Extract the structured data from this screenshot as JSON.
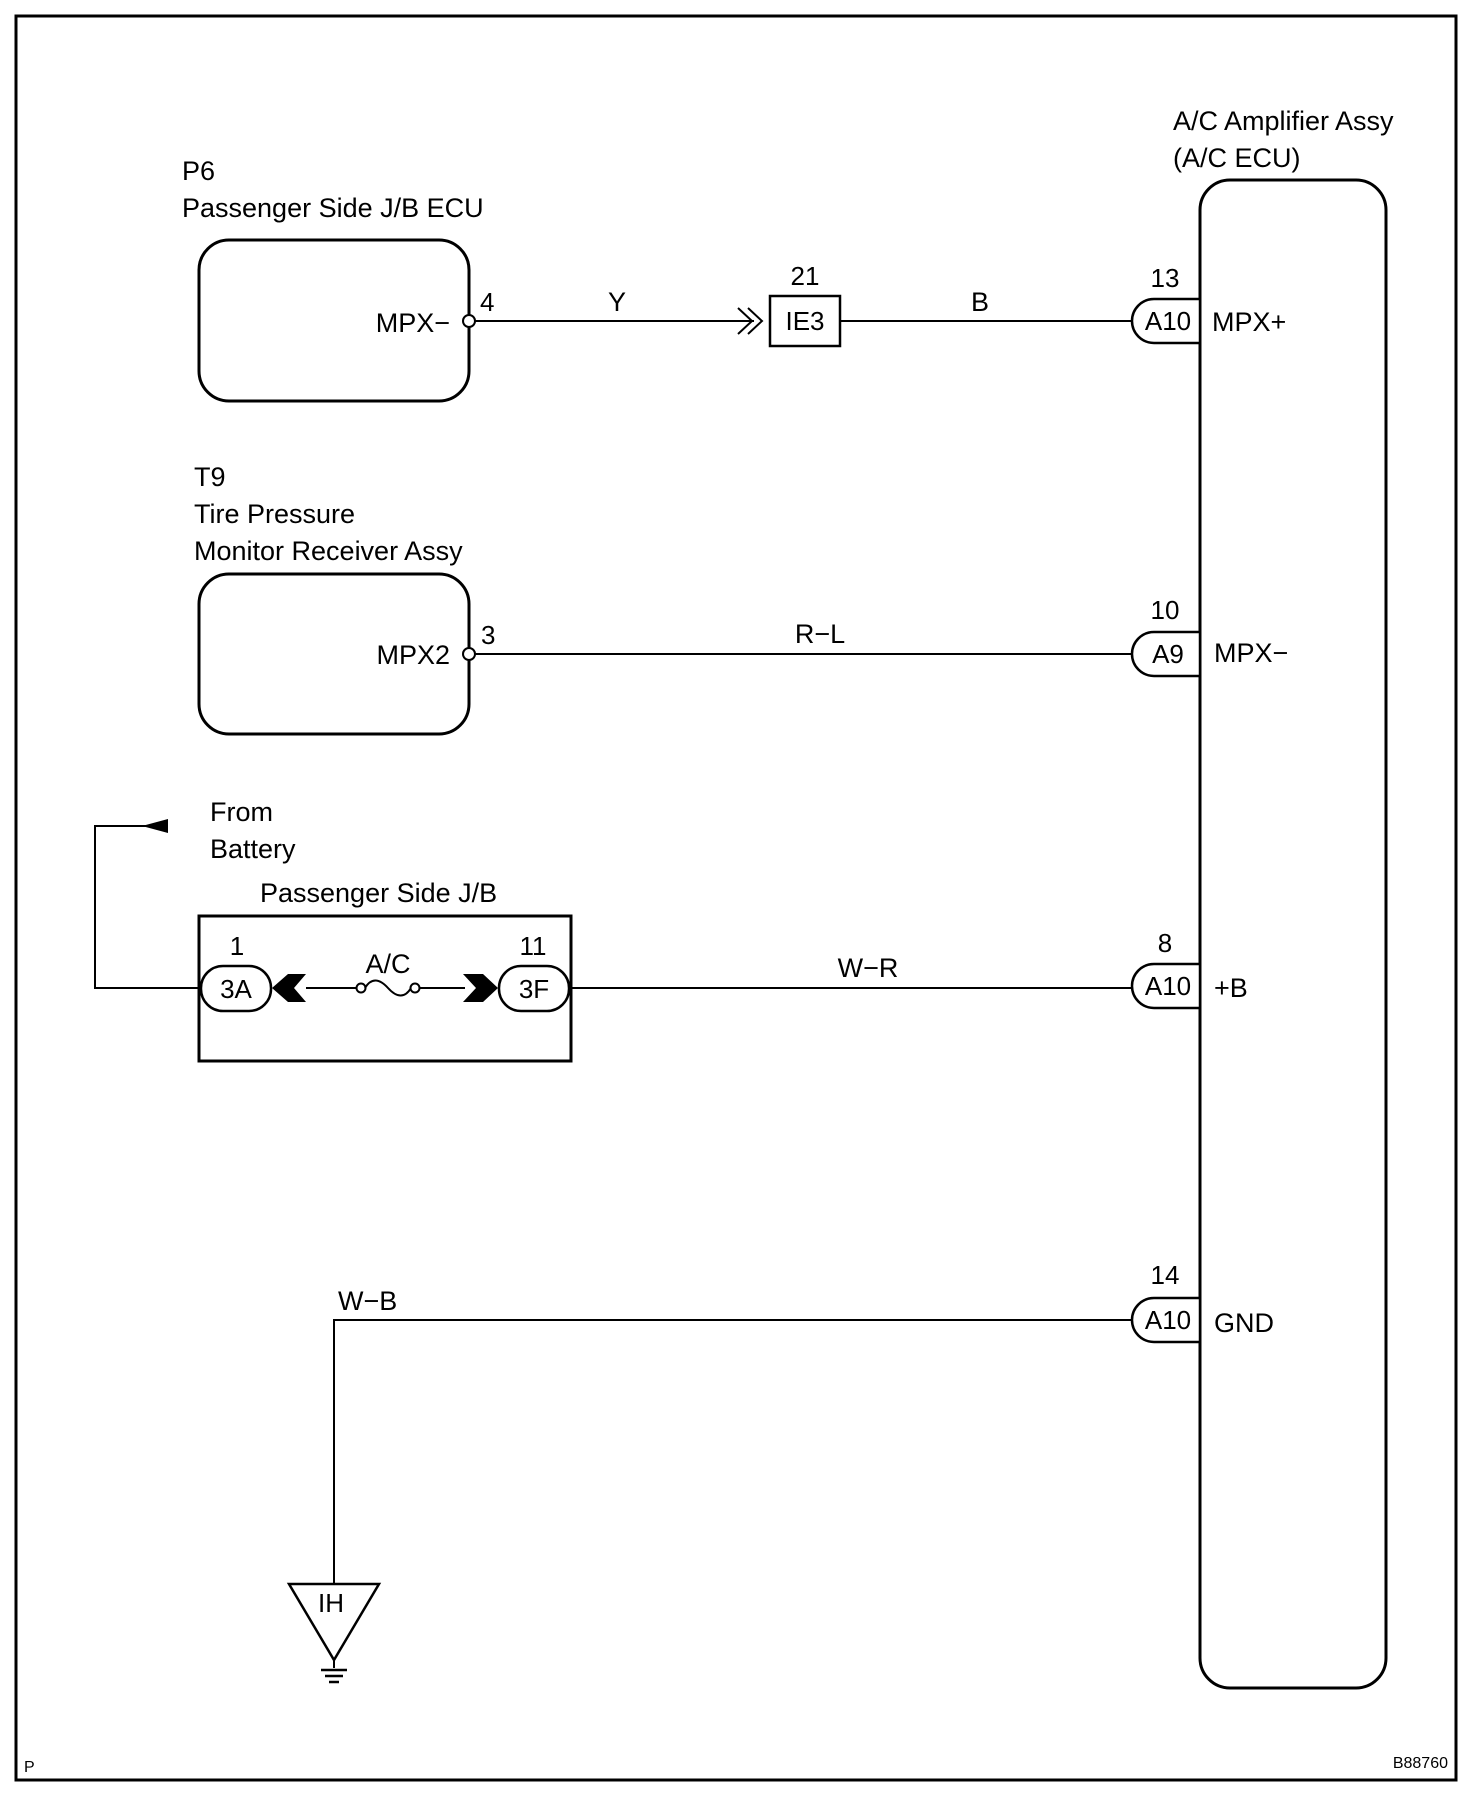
{
  "corner_left": "P",
  "corner_right": "B88760",
  "ac_amplifier": {
    "title_line1": "A/C Amplifier Assy",
    "title_line2": "(A/C ECU)",
    "terminals": [
      {
        "pin_no": "13",
        "connector": "A10",
        "signal": "MPX+"
      },
      {
        "pin_no": "10",
        "connector": "A9",
        "signal": "MPX−"
      },
      {
        "pin_no": "8",
        "connector": "A10",
        "signal": "+B"
      },
      {
        "pin_no": "14",
        "connector": "A10",
        "signal": "GND"
      }
    ]
  },
  "jb_ecu": {
    "code": "P6",
    "name": "Passenger Side J/B ECU",
    "terminal_label": "MPX−",
    "pin_no": "4"
  },
  "tpms": {
    "code": "T9",
    "name_line1": "Tire Pressure",
    "name_line2": "Monitor Receiver Assy",
    "terminal_label": "MPX2",
    "pin_no": "3"
  },
  "battery": {
    "line1": "From",
    "line2": "Battery"
  },
  "passenger_jb": {
    "title": "Passenger Side J/B",
    "fuse": "A/C",
    "left": {
      "pin_no": "1",
      "connector": "3A"
    },
    "right": {
      "pin_no": "11",
      "connector": "3F"
    }
  },
  "junction": {
    "pin_no": "21",
    "connector": "IE3"
  },
  "ground": {
    "label": "IH"
  },
  "wires": {
    "w1_left": "Y",
    "w1_right": "B",
    "w2": "R−L",
    "w3": "W−R",
    "w4": "W−B"
  }
}
